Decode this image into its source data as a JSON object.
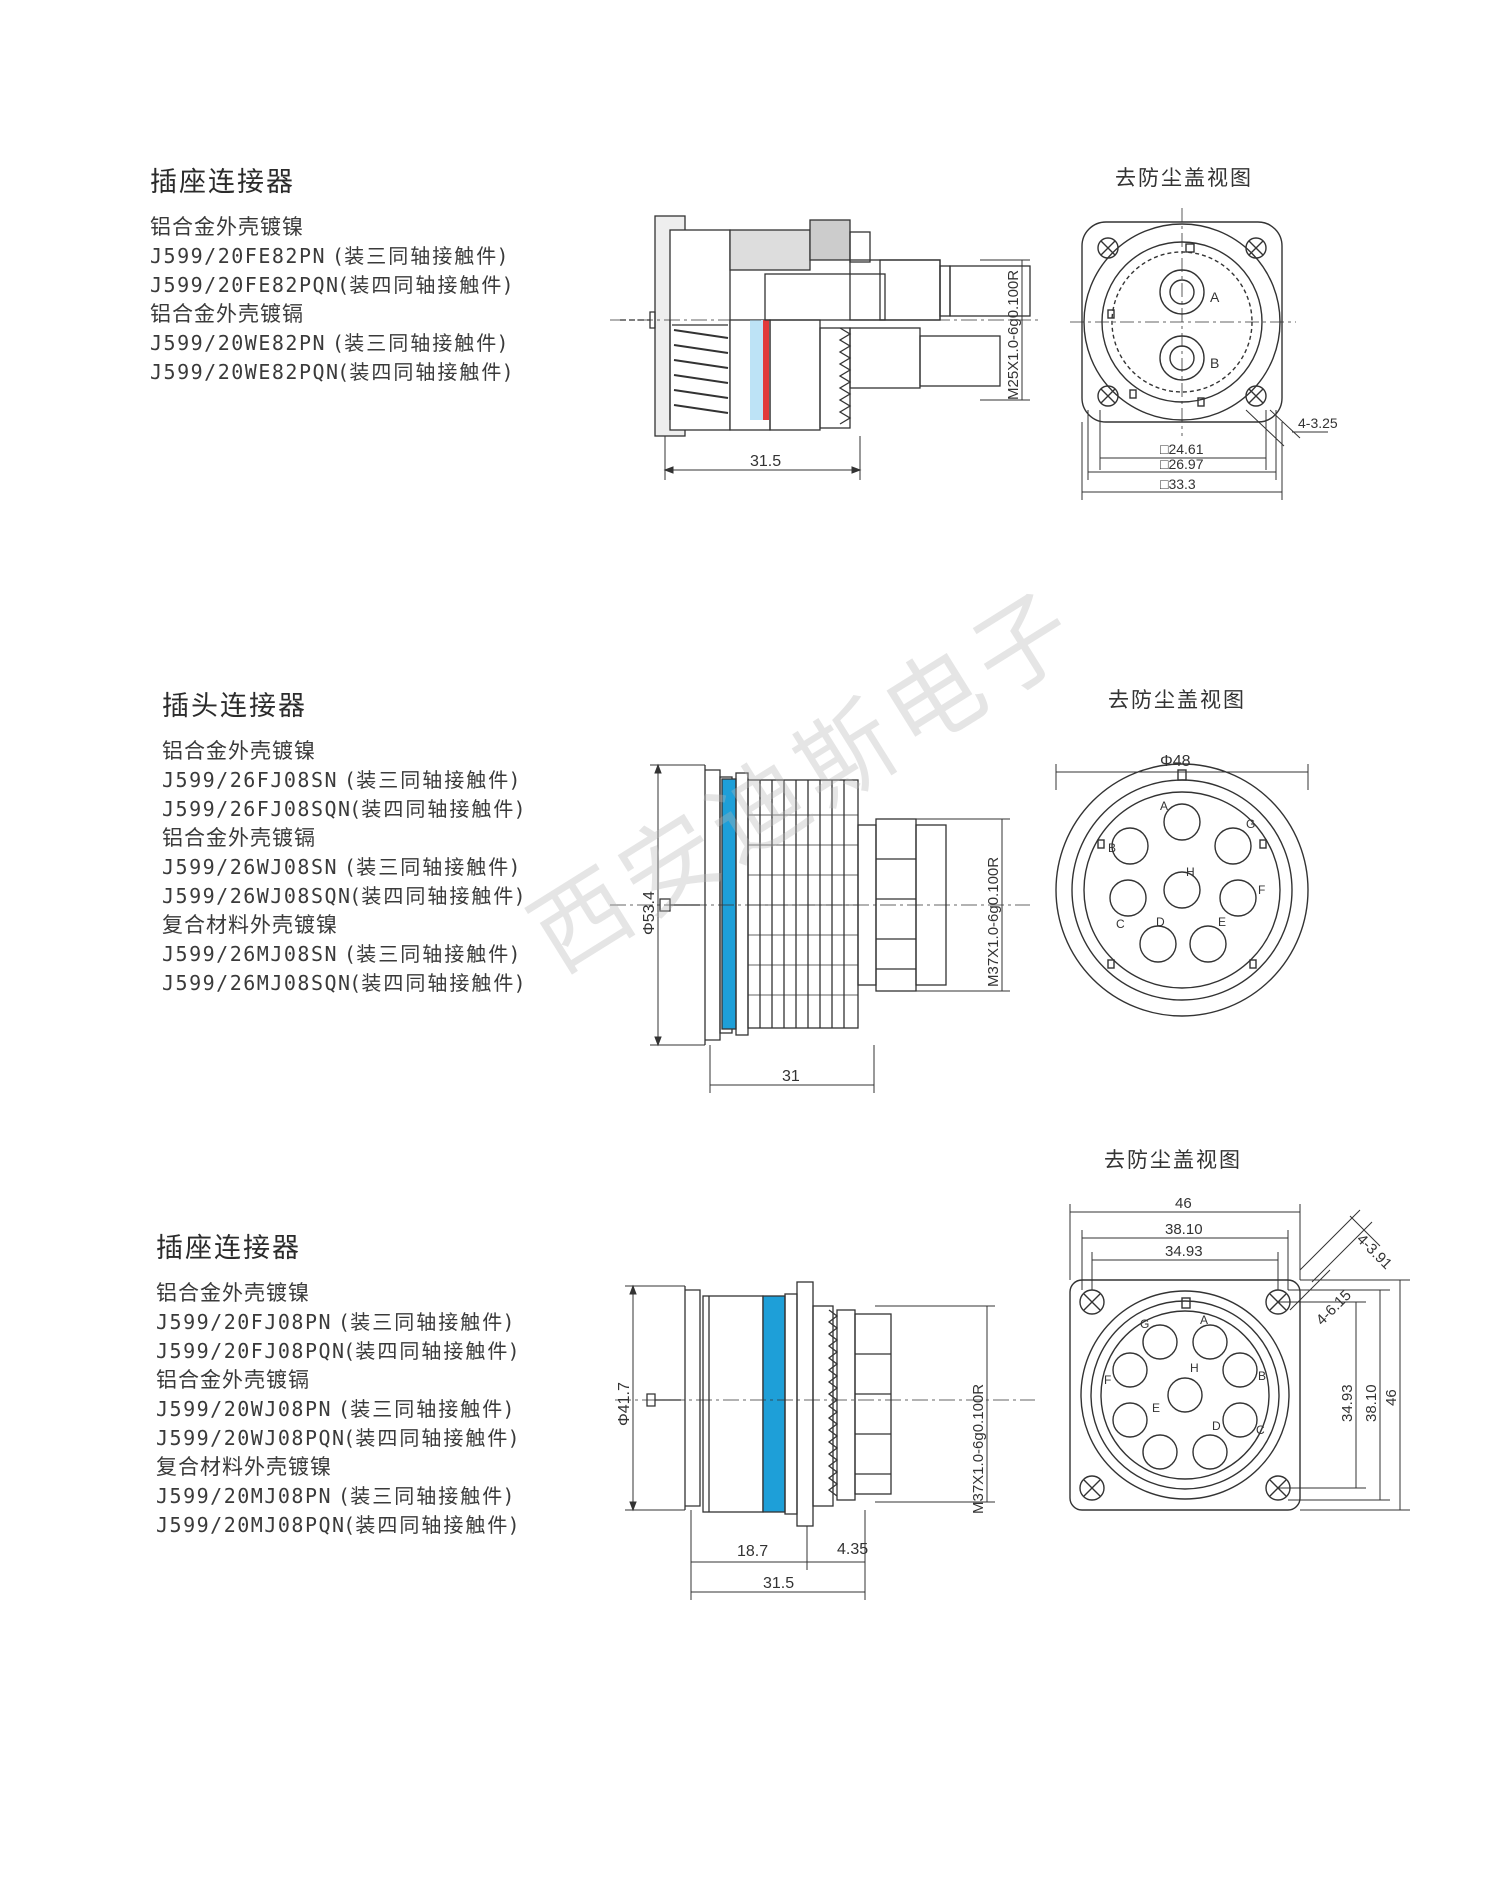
{
  "sections": [
    {
      "title": "插座连接器",
      "lines": [
        {
          "text": "铝合金外壳镀镍",
          "model": false
        },
        {
          "text": "J599/20FE82PN",
          "note": " (装三同轴接触件)",
          "model": true
        },
        {
          "text": "J599/20FE82PQN",
          "note": "(装四同轴接触件)",
          "model": true
        },
        {
          "text": "铝合金外壳镀镉",
          "model": false
        },
        {
          "text": "J599/20WE82PN",
          "note": " (装三同轴接触件)",
          "model": true
        },
        {
          "text": "J599/20WE82PQN",
          "note": "(装四同轴接触件)",
          "model": true
        }
      ],
      "view_title": "去防尘盖视图",
      "side_dims": {
        "length": "31.5",
        "thread": "M25X1.0-6g0.100R"
      },
      "front_dims": {
        "holes": "4-3.25",
        "sq1": "□24.61",
        "sq2": "□26.97",
        "sq3": "□33.3",
        "pin_a": "A",
        "pin_b": "B"
      }
    },
    {
      "title": "插头连接器",
      "lines": [
        {
          "text": "铝合金外壳镀镍",
          "model": false
        },
        {
          "text": "J599/26FJ08SN",
          "note": " (装三同轴接触件)",
          "model": true
        },
        {
          "text": "J599/26FJ08SQN",
          "note": "(装四同轴接触件)",
          "model": true
        },
        {
          "text": "铝合金外壳镀镉",
          "model": false
        },
        {
          "text": "J599/26WJ08SN",
          "note": " (装三同轴接触件)",
          "model": true
        },
        {
          "text": "J599/26WJ08SQN",
          "note": "(装四同轴接触件)",
          "model": true
        },
        {
          "text": "复合材料外壳镀镍",
          "model": false
        },
        {
          "text": "J599/26MJ08SN",
          "note": " (装三同轴接触件)",
          "model": true
        },
        {
          "text": "J599/26MJ08SQN",
          "note": "(装四同轴接触件)",
          "model": true
        }
      ],
      "view_title": "去防尘盖视图",
      "side_dims": {
        "length": "31",
        "diameter": "Φ53.4",
        "thread": "M37X1.0-6g0.100R"
      },
      "front_dims": {
        "diameter": "Φ48",
        "pins": [
          "A",
          "G",
          "B",
          "H",
          "F",
          "C",
          "D",
          "E"
        ]
      }
    },
    {
      "title": "插座连接器",
      "lines": [
        {
          "text": "铝合金外壳镀镍",
          "model": false
        },
        {
          "text": "J599/20FJ08PN",
          "note": " (装三同轴接触件)",
          "model": true
        },
        {
          "text": "J599/20FJ08PQN",
          "note": "(装四同轴接触件)",
          "model": true
        },
        {
          "text": "铝合金外壳镀镉",
          "model": false
        },
        {
          "text": "J599/20WJ08PN",
          "note": " (装三同轴接触件)",
          "model": true
        },
        {
          "text": "J599/20WJ08PQN",
          "note": "(装四同轴接触件)",
          "model": true
        },
        {
          "text": "复合材料外壳镀镍",
          "model": false
        },
        {
          "text": "J599/20MJ08PN",
          "note": " (装三同轴接触件)",
          "model": true
        },
        {
          "text": "J599/20MJ08PQN",
          "note": "(装四同轴接触件)",
          "model": true
        }
      ],
      "view_title": "去防尘盖视图",
      "side_dims": {
        "length": "31.5",
        "d1": "18.7",
        "d2": "4.35",
        "diameter": "Φ41.7",
        "thread": "M37X1.0-6g0.100R"
      },
      "front_dims": {
        "w1": "46",
        "w2": "38.10",
        "w3": "34.93",
        "holes": "4-3.91",
        "h1": "34.93",
        "h2": "38.10",
        "h3": "46",
        "diag": "4-6.15",
        "pins": [
          "G",
          "A",
          "H",
          "B",
          "F",
          "E",
          "D",
          "C"
        ]
      }
    }
  ],
  "watermark": "西安迪斯电子",
  "colors": {
    "blue": "#1e9fd8",
    "red": "#e23a3a",
    "line": "#333333"
  }
}
